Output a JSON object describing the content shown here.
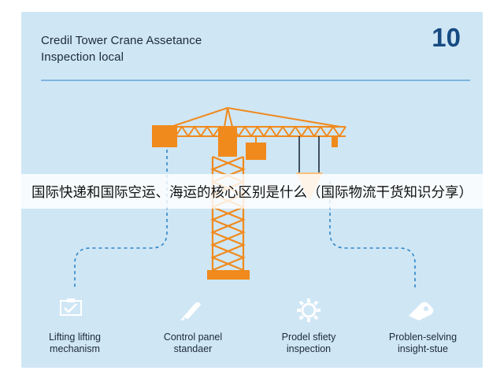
{
  "header": {
    "title_line1": "Credil Tower Crane Assetance",
    "title_line2": "Inspection local",
    "badge": "10"
  },
  "banner": {
    "text": "国际快递和国际空运、海运的核心区别是什么（国际物流干货知识分享）"
  },
  "items": [
    {
      "line1": "Lifting lifting",
      "line2": "mechanism",
      "icon": "checklist-icon"
    },
    {
      "line1": "Control panel",
      "line2": "standaer",
      "icon": "pen-icon"
    },
    {
      "line1": "Prodel sfiety",
      "line2": "inspection",
      "icon": "gear-icon"
    },
    {
      "line1": "Problen-selving",
      "line2": "insight-stue",
      "icon": "tag-icon"
    }
  ],
  "colors": {
    "background": "#cfe6f5",
    "crane_orange": "#f08a1c",
    "accent_blue": "#2f86c9",
    "badge_blue": "#174b82"
  }
}
